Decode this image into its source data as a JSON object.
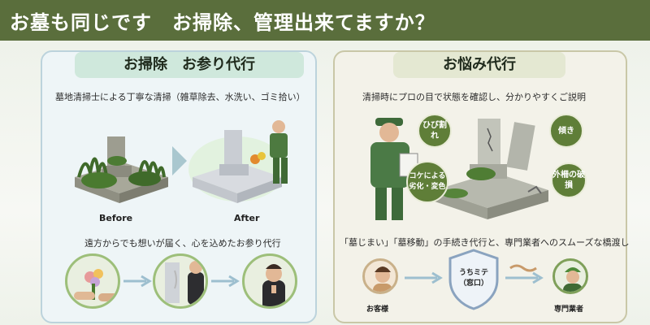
{
  "banner": {
    "title": "お墓も同じです　お掃除、管理出来てますか？"
  },
  "left": {
    "title": "お掃除　お参り代行",
    "subtitle": "墓地清掃士による丁寧な清掃（雑草除去、水洗い、ゴミ拾い）",
    "before": "Before",
    "after": "After",
    "visit_caption": "遠方からでも想いが届く、心を込めたお参り代行"
  },
  "right": {
    "title": "お悩み代行",
    "subtitle": "清掃時にプロの目で状態を確認し、分かりやすくご説明",
    "bubbles": [
      "ひび割れ",
      "傾き",
      "コケによる劣化・変色",
      "外柵の破損"
    ],
    "process_caption": "「墓じまい」「墓移動」の手続き代行と、専門業者へのスムーズな橋渡し",
    "customer": "お客様",
    "shield": "うちミテ\n（窓口）",
    "specialist": "専門業者"
  },
  "colors": {
    "banner": "#5a6e3c",
    "moss": "#5f7e38"
  }
}
